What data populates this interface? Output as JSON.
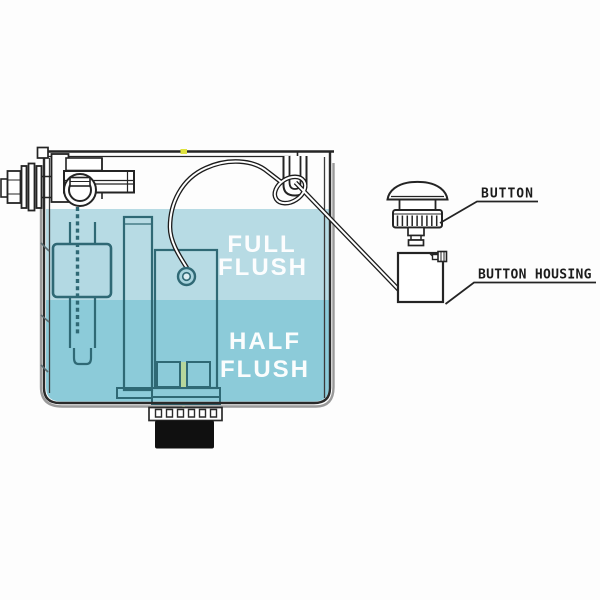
{
  "diagram": {
    "type": "technical-diagram",
    "subject": "dual-flush toilet cistern mechanism with remote push button",
    "water_levels": {
      "full": {
        "line1": "FULL",
        "line2": "FLUSH",
        "color": "#b7dbe4"
      },
      "half": {
        "line1": "HALF",
        "line2": "FLUSH",
        "color": "#8ccbd9"
      }
    },
    "callouts": {
      "button": {
        "label": "BUTTON"
      },
      "button_housing": {
        "label": "BUTTON HOUSING"
      }
    },
    "colors": {
      "line_dark": "#242424",
      "line_teal": "#2f6975",
      "wall_shadow": "#9a9a9a",
      "label_text": "#ffffff",
      "seal_black": "#101010",
      "indicator_yellow": "#dfe23e",
      "valve_green": "#b5d69c",
      "float_fill": "#b3d9e3"
    }
  }
}
